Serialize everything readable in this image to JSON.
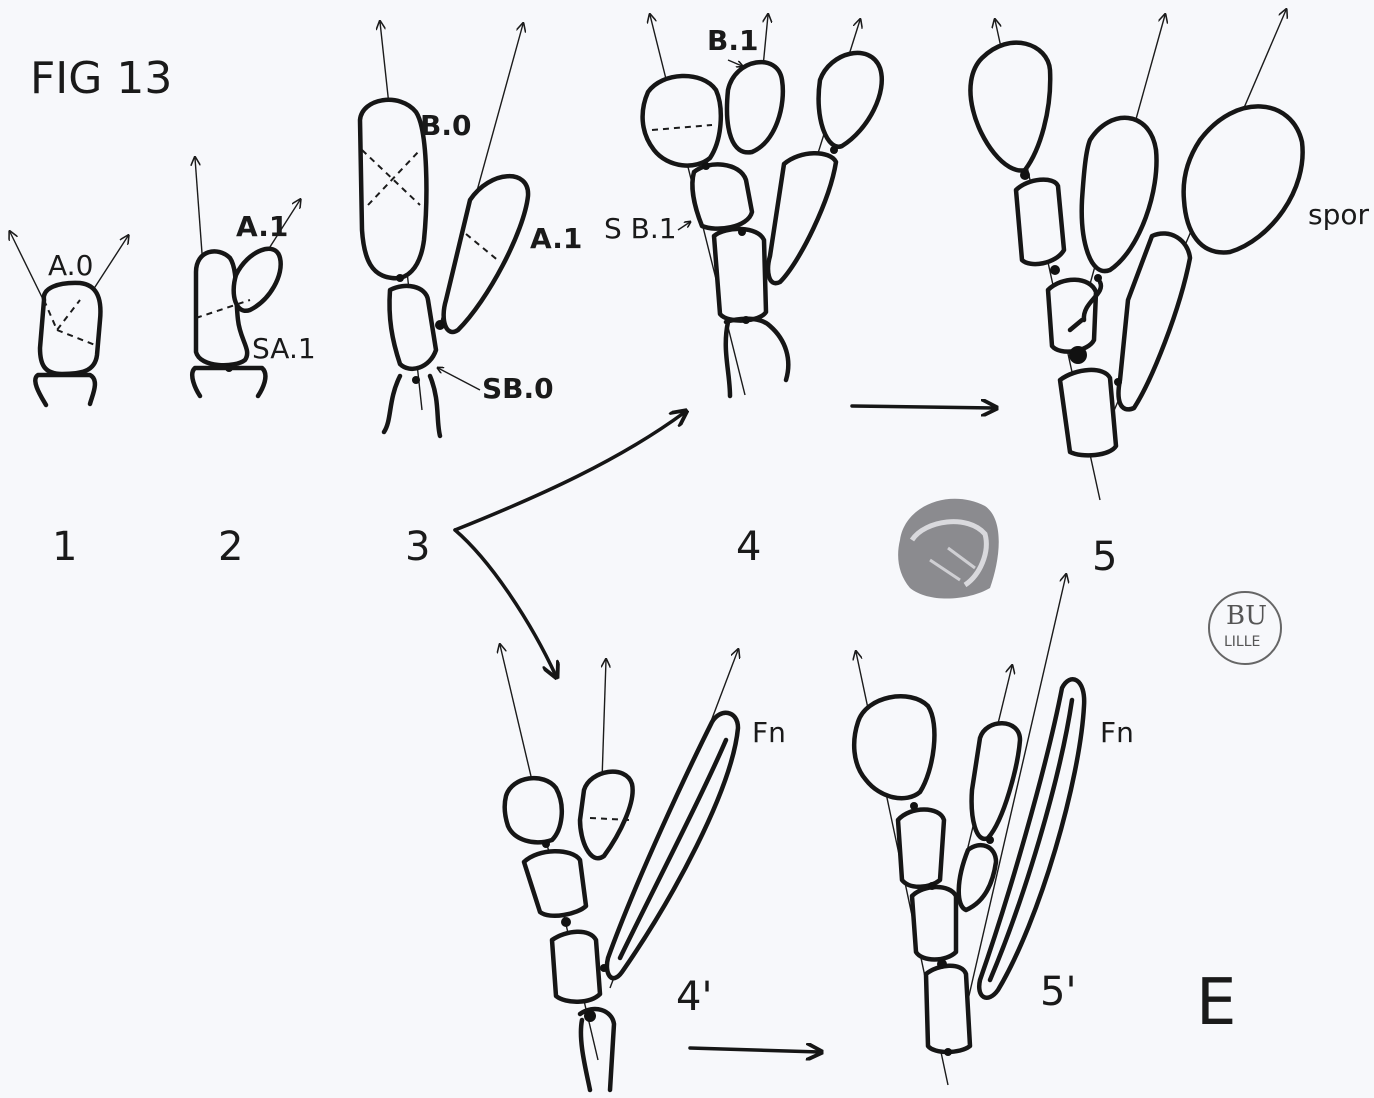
{
  "figure": {
    "title": "FIG 13",
    "panel_label": "E"
  },
  "labels": {
    "a0": "A.0",
    "a1_stage2": "A.1",
    "sa1": "SA.1",
    "b0": "B.0",
    "a1_stage3": "A.1",
    "sb0": "SB.0",
    "b1": "B.1",
    "sb1": "S B.1",
    "spor": "spor",
    "fn_4prime": "Fn",
    "fn_5prime": "Fn"
  },
  "stages": {
    "s1": "1",
    "s2": "2",
    "s3": "3",
    "s4": "4",
    "s5": "5",
    "s4p": "4'",
    "s5p": "5'"
  },
  "stamp": {
    "line1": "BU",
    "line2": "LILLE"
  },
  "colors": {
    "ink": "#161616",
    "paper": "#f7f8fb"
  }
}
